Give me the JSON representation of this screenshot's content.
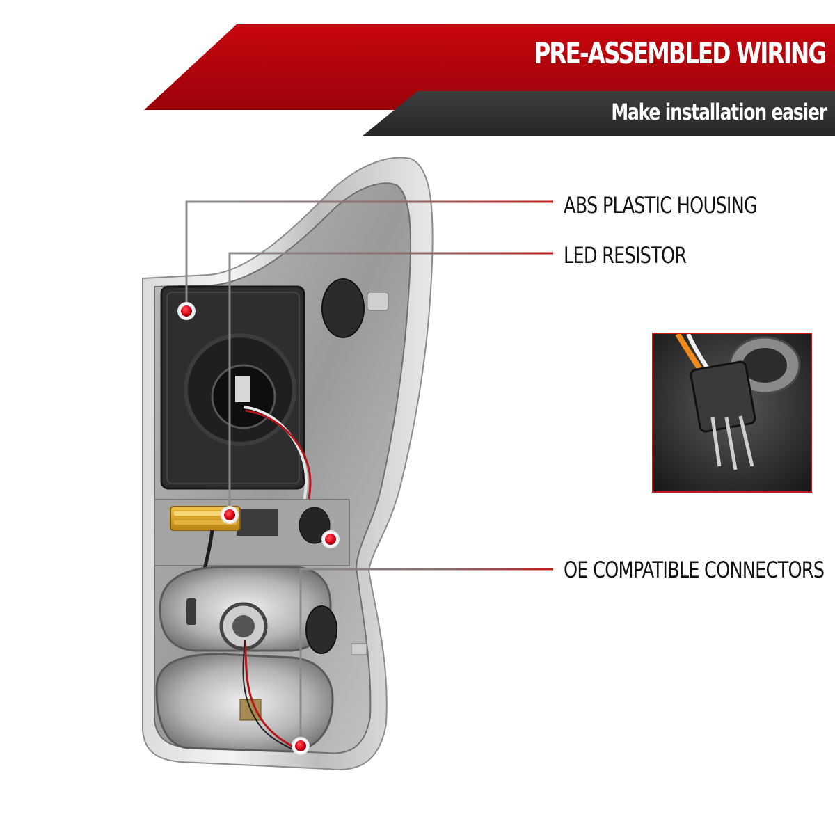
{
  "banner": {
    "title": "PRE-ASSEMBLED WIRING",
    "subtitle": "Make installation easier",
    "colors": {
      "primary": "#b3040a",
      "secondary": "#333333"
    }
  },
  "callouts": {
    "housing": "ABS PLASTIC HOUSING",
    "resistor": "LED RESISTOR",
    "connectors": "OE COMPATIBLE CONNECTORS"
  },
  "marker_color": "#e0001a",
  "inset_border_color": "#c01a1a"
}
